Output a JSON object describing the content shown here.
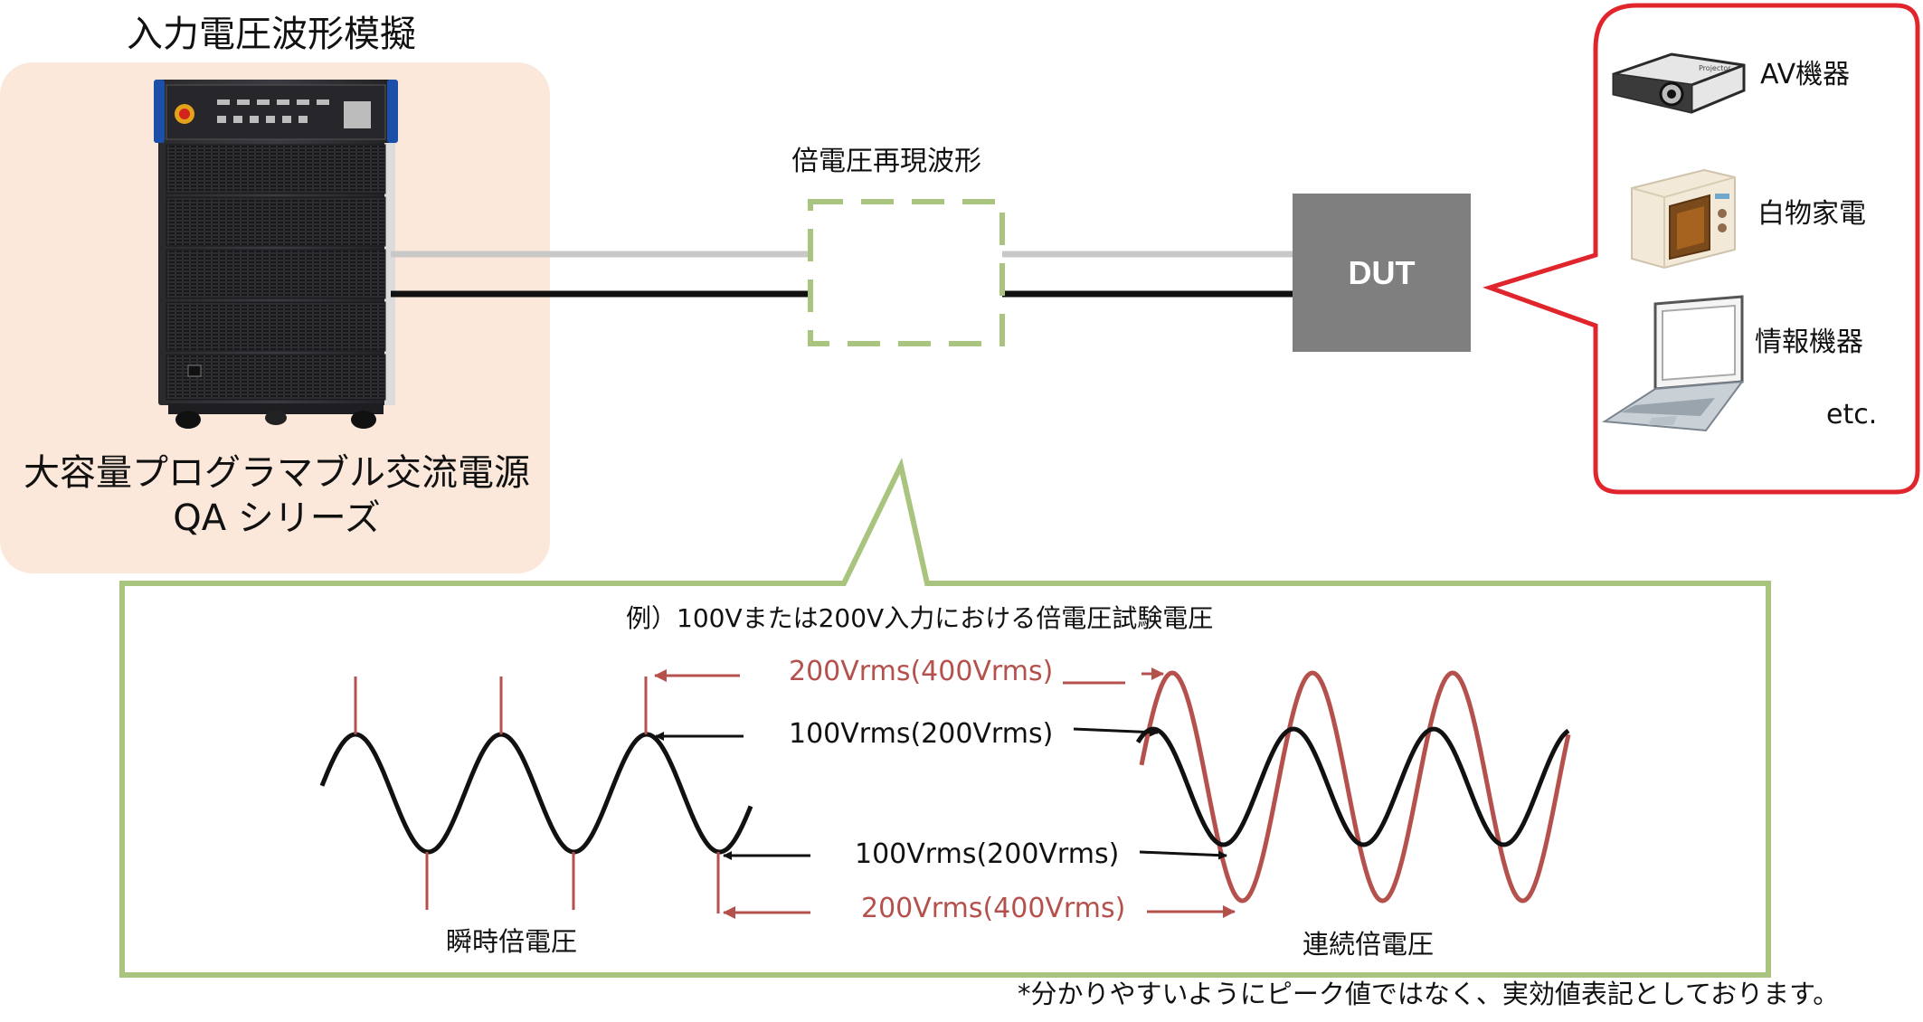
{
  "labels": {
    "input_waveform_title": "入力電圧波形模擬",
    "product_line1": "大容量プログラマブル交流電源",
    "product_line2": "QA シリーズ",
    "double_voltage_waveform": "倍電圧再現波形",
    "dut": "DUT",
    "device_av": "AV機器",
    "device_appliance": "白物家電",
    "device_info": "情報機器",
    "device_etc": "etc.",
    "example_caption": "例）100Vまたは200V入力における倍電圧試験電圧",
    "red_top": "200Vrms(400Vrms)",
    "black_top": "100Vrms(200Vrms)",
    "black_bottom": "100Vrms(200Vrms)",
    "red_bottom": "200Vrms(400Vrms)",
    "instantaneous": "瞬時倍電圧",
    "continuous": "連続倍電圧",
    "footnote": "*分かりやすいようにピーク値ではなく、実効値表記としております。"
  },
  "colors": {
    "panel_bg": "#fbe8da",
    "dashed_green": "#a9c47f",
    "callout_green": "#a9c47f",
    "bubble_red": "#e0252d",
    "dut_gray": "#7f7f7f",
    "wave_red": "#b5514c",
    "wave_black": "#111111",
    "cable_gray": "#c8c8c8",
    "cable_black": "#111111"
  },
  "icons": [
    "power-supply-cabinet",
    "projector-icon",
    "microwave-icon",
    "laptop-icon"
  ]
}
